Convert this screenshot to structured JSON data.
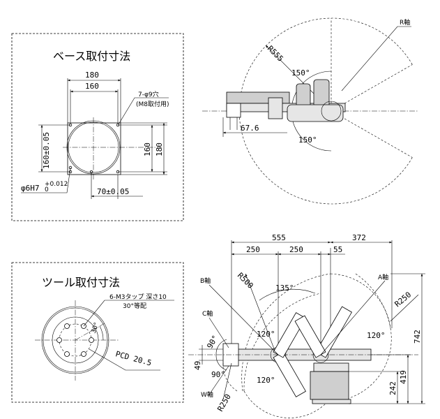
{
  "base": {
    "title": "ベース取付寸法",
    "dim_top_outer": "180",
    "dim_top_inner": "160",
    "hole_note_1": "7-φ9穴",
    "hole_note_2": "(M8取付用)",
    "dim_left": "160±0.05",
    "dim_right_inner": "160",
    "dim_right_outer": "180",
    "dim_bottom": "70±0.05",
    "tolerance_main": "φ6H7",
    "tolerance_sup": "+0.012",
    "tolerance_sub": "0"
  },
  "top_view": {
    "axis_label": "R軸",
    "radius": "R555",
    "angle_upper": "150°",
    "angle_lower": "150°",
    "dim_offset": "67.6"
  },
  "tool": {
    "title": "ツール取付寸法",
    "tap_note_1": "6-M3タップ 深さ10",
    "tap_note_2": "30°等配",
    "angle": "30°",
    "pcd": "PCD 20.5"
  },
  "side_view": {
    "dim_total": "555",
    "dim_seg1": "250",
    "dim_seg2": "250",
    "dim_seg3": "55",
    "dim_right": "372",
    "radius_r500": "R500",
    "angle_135": "135°",
    "axis_b": "B軸",
    "axis_a": "A軸",
    "axis_c": "C軸",
    "axis_w": "W軸",
    "radius_r250_right": "R250",
    "radius_r250_left": "R250",
    "angle_120_a": "120°",
    "angle_120_b": "120°",
    "angle_120_c": "120°",
    "angle_90_a": "90°",
    "angle_90_b": "90°",
    "dim_49": "49",
    "dim_742": "742",
    "dim_419": "419",
    "dim_242": "242"
  }
}
